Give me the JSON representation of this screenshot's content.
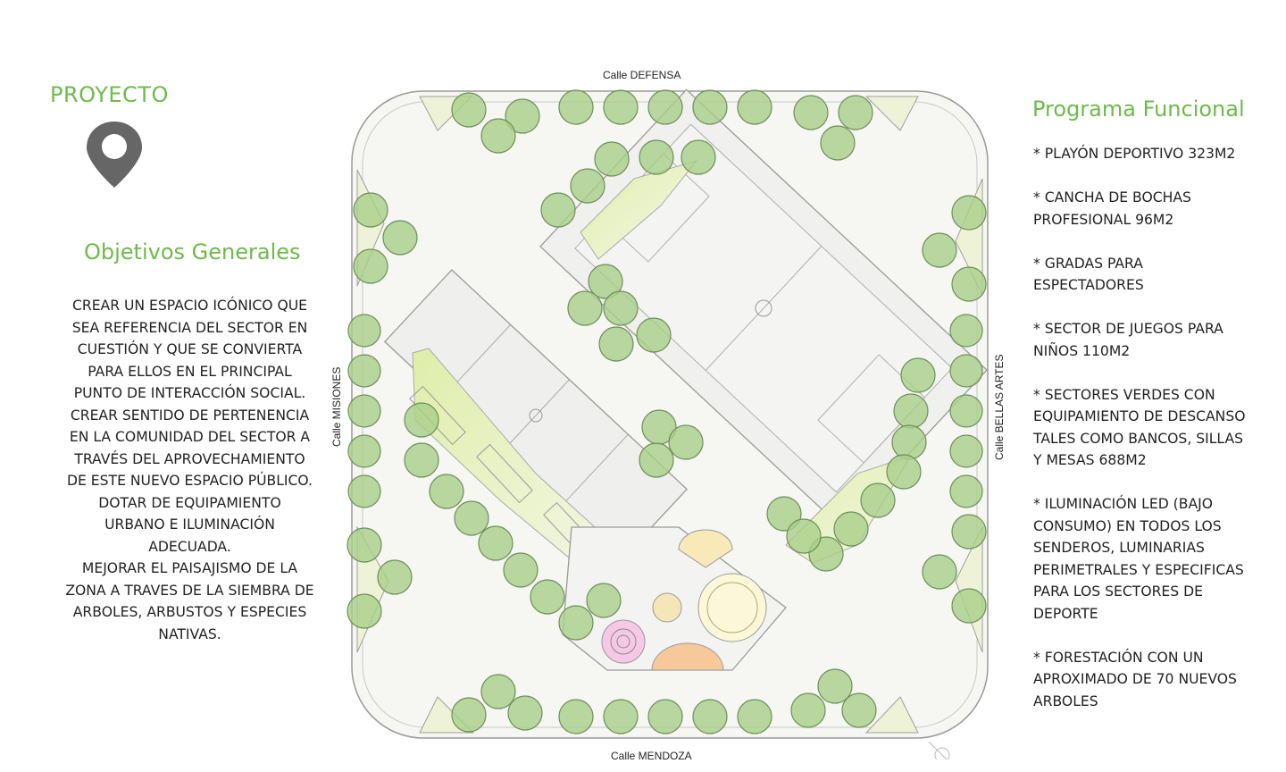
{
  "header": {
    "title": "PROYECTO",
    "pin_icon": "location-pin-icon"
  },
  "objetivos": {
    "title": "Objetivos Generales",
    "lines": [
      "CREAR UN ESPACIO ICÓNICO QUE",
      "SEA  REFERENCIA  DEL SECTOR EN",
      "CUESTIÓN Y QUE SE CONVIERTA",
      "PARA ELLOS EN EL PRINCIPAL",
      "PUNTO DE INTERACCIÓN SOCIAL.",
      "CREAR SENTIDO DE PERTENENCIA",
      "EN LA COMUNIDAD DEL SECTOR A",
      "TRAVÉS DEL APROVECHAMIENTO",
      "DE ESTE NUEVO ESPACIO PÚBLICO.",
      "DOTAR DE EQUIPAMIENTO",
      "URBANO E ILUMINACIÓN",
      "ADECUADA.",
      "MEJORAR  EL PAISAJISMO DE LA",
      "ZONA A TRAVES DE LA SIEMBRA DE",
      "ARBOLES, ARBUSTOS Y ESPECIES",
      "NATIVAS."
    ]
  },
  "programa": {
    "title": "Programa Funcional",
    "items": [
      {
        "lines": [
          "* PLAYÓN DEPORTIVO 323M2"
        ]
      },
      {
        "lines": [
          "* CANCHA DE BOCHAS",
          "PROFESIONAL 96M2"
        ]
      },
      {
        "lines": [
          "* GRADAS PARA",
          "ESPECTADORES"
        ]
      },
      {
        "lines": [
          "* SECTOR DE JUEGOS  PARA",
          "NIÑOS 110M2"
        ]
      },
      {
        "lines": [
          "* SECTORES VERDES CON",
          "EQUIPAMIENTO  DE DESCANSO",
          "TALES COMO BANCOS, SILLAS",
          "Y MESAS 688M2"
        ]
      },
      {
        "lines": [
          "* ILUMINACIÓN LED (BAJO",
          "CONSUMO)  EN TODOS LOS",
          "SENDEROS,  LUMINARIAS",
          "PERIMETRALES  Y ESPECIFICAS",
          "PARA LOS SECTORES DE",
          "DEPORTE"
        ]
      },
      {
        "lines": [
          "* FORESTACIÓN CON UN",
          "APROXIMADO DE 70 NUEVOS",
          "ARBOLES"
        ]
      }
    ]
  },
  "streets": {
    "top": "Calle DEFENSA",
    "bottom": "Calle MENDOZA",
    "left": "Calle MISIONES",
    "right": "Calle BELLAS ARTES"
  },
  "colors": {
    "accent_green": "#6dbb4a",
    "tree_fill": "#a9cf8a",
    "path_fill": "#f4f4f0",
    "green_zone": "#e6f0c6",
    "pin_gray": "#666666"
  }
}
